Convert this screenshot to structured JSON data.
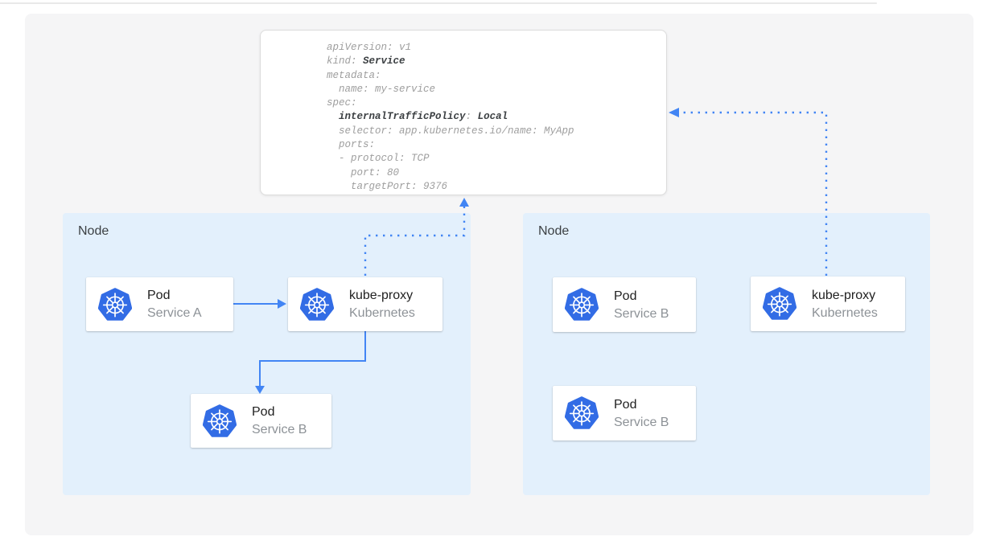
{
  "colors": {
    "page_bg": "#ffffff",
    "canvas_bg": "#f5f5f6",
    "top_rule": "#e9e9e9",
    "node_fill": "#e3f0fc",
    "card_bg": "#ffffff",
    "arrow_blue": "#4285f4",
    "k8s_blue": "#326ce5",
    "code_text": "#9e9e9e",
    "code_bold_text": "#3c4043",
    "title_text": "#212121",
    "subtitle_text": "#8d9297",
    "node_label_text": "#3c4043"
  },
  "yaml": {
    "lines": [
      {
        "segments": [
          {
            "text": "apiVersion: v1"
          }
        ]
      },
      {
        "segments": [
          {
            "text": "kind: "
          },
          {
            "text": "Service",
            "bold": true
          }
        ]
      },
      {
        "segments": [
          {
            "text": "metadata:"
          }
        ]
      },
      {
        "segments": [
          {
            "text": "  name: my-service"
          }
        ]
      },
      {
        "segments": [
          {
            "text": "spec:"
          }
        ]
      },
      {
        "segments": [
          {
            "text": "  "
          },
          {
            "text": "internalTrafficPolicy",
            "bold": true
          },
          {
            "text": ": "
          },
          {
            "text": "Local",
            "bold": true
          }
        ]
      },
      {
        "segments": [
          {
            "text": "  selector: app.kubernetes.io/name: MyApp"
          }
        ]
      },
      {
        "segments": [
          {
            "text": "  ports:"
          }
        ]
      },
      {
        "segments": [
          {
            "text": "  - protocol: TCP"
          }
        ]
      },
      {
        "segments": [
          {
            "text": "    port: 80"
          }
        ]
      },
      {
        "segments": [
          {
            "text": "    targetPort: 9376"
          }
        ]
      }
    ]
  },
  "node_left": {
    "label": "Node",
    "pod_a": {
      "title": "Pod",
      "subtitle": "Service A",
      "icon": "kubernetes-icon"
    },
    "kube_proxy": {
      "title": "kube-proxy",
      "subtitle": "Kubernetes",
      "icon": "kubernetes-icon"
    },
    "pod_b": {
      "title": "Pod",
      "subtitle": "Service B",
      "icon": "kubernetes-icon"
    }
  },
  "node_right": {
    "label": "Node",
    "pod_b1": {
      "title": "Pod",
      "subtitle": "Service B",
      "icon": "kubernetes-icon"
    },
    "kube_proxy": {
      "title": "kube-proxy",
      "subtitle": "Kubernetes",
      "icon": "kubernetes-icon"
    },
    "pod_b2": {
      "title": "Pod",
      "subtitle": "Service B",
      "icon": "kubernetes-icon"
    }
  }
}
